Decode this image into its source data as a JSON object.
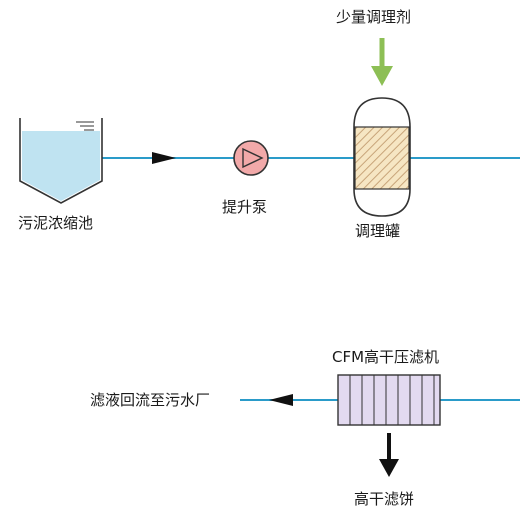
{
  "labels": {
    "tank": "污泥浓缩池",
    "pump": "提升泵",
    "conditioner_top": "少量调理剂",
    "conditioning_tank": "调理罐",
    "filter_press": "CFM高干压滤机",
    "filtrate": "滤液回流至污水厂",
    "cake": "高干滤饼"
  },
  "colors": {
    "pipe": "#2a9bc9",
    "tank_water": "#bfe3f1",
    "pump_fill": "#f2a9a9",
    "reagent_arrow": "#8dbf55",
    "tank_body": "#f6e6c3",
    "hatch": "#c8a57a",
    "press_plate": "#e3daf0",
    "outline": "#333333"
  }
}
